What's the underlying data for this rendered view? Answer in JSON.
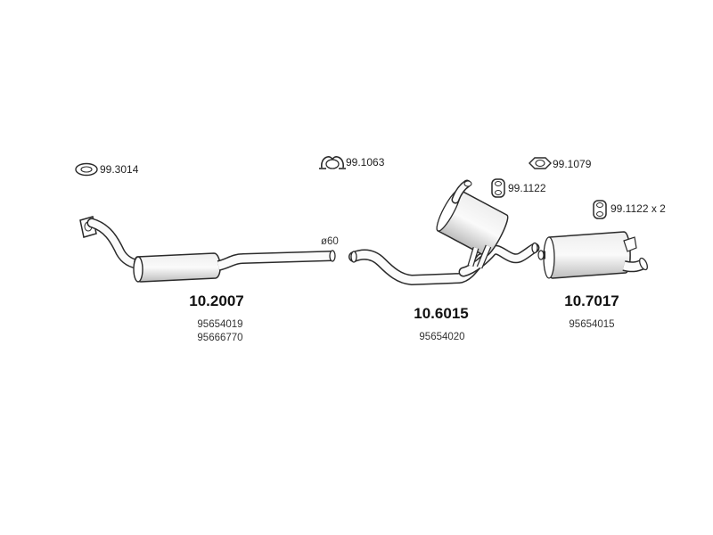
{
  "title": "",
  "accessory_parts": [
    {
      "code": "99.3014",
      "icon": "gasket-ring-icon"
    },
    {
      "code": "99.1063",
      "icon": "pipe-clamp-icon"
    },
    {
      "code": "99.1079",
      "icon": "flange-gasket-icon"
    },
    {
      "code": "99.1122",
      "icon": "rubber-hanger-icon"
    },
    {
      "code": "99.1122 x 2",
      "icon": "rubber-hanger-icon"
    }
  ],
  "sections": [
    {
      "code": "10.2007",
      "oem": [
        "95654019",
        "95666770"
      ],
      "part": "front-pipe-with-muffler"
    },
    {
      "code": "10.6015",
      "oem": [
        "95654020"
      ],
      "part": "intermediate-pipe-with-muffler"
    },
    {
      "code": "10.7017",
      "oem": [
        "95654015"
      ],
      "part": "rear-muffler"
    }
  ],
  "dimension_label": "ø60",
  "colors": {
    "line": "#2a2a2a",
    "fill": "#ffffff",
    "shade": "#d8d8d8"
  }
}
